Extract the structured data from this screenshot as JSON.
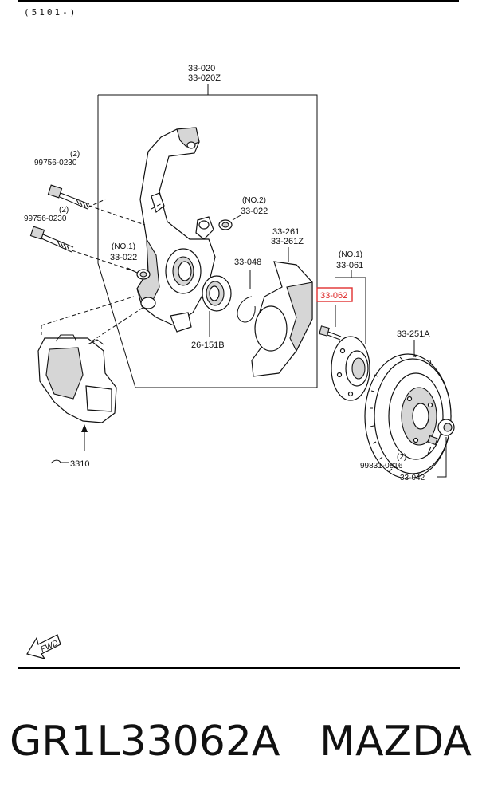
{
  "page_code": "(5101-)",
  "labels": {
    "knuckle": "33-020",
    "knuckle_z": "33-020Z",
    "bolt_upper_qty": "(2)",
    "bolt_upper": "99756-0230",
    "bolt_lower_qty": "(2)",
    "bolt_lower": "99756-0230",
    "no2": "(NO.2)",
    "seal_no2": "33-022",
    "no1_left": "(NO.1)",
    "seal_no1": "33-022",
    "snap_ring": "33-048",
    "dust_cover": "33-261",
    "dust_cover_z": "33-261Z",
    "bearing": "26-151B",
    "no1_right": "(NO.1)",
    "hub": "33-061",
    "hub_bolt": "33-062",
    "disc": "33-251A",
    "screw_qty": "(2)",
    "screw": "99831-0816",
    "lock_nut": "33-042",
    "caliper_ref": "3310",
    "fwd": "FWD"
  },
  "footer": {
    "part_number": "GR1L33062A",
    "brand": "MAZDA"
  },
  "colors": {
    "highlight": "#e03030"
  }
}
